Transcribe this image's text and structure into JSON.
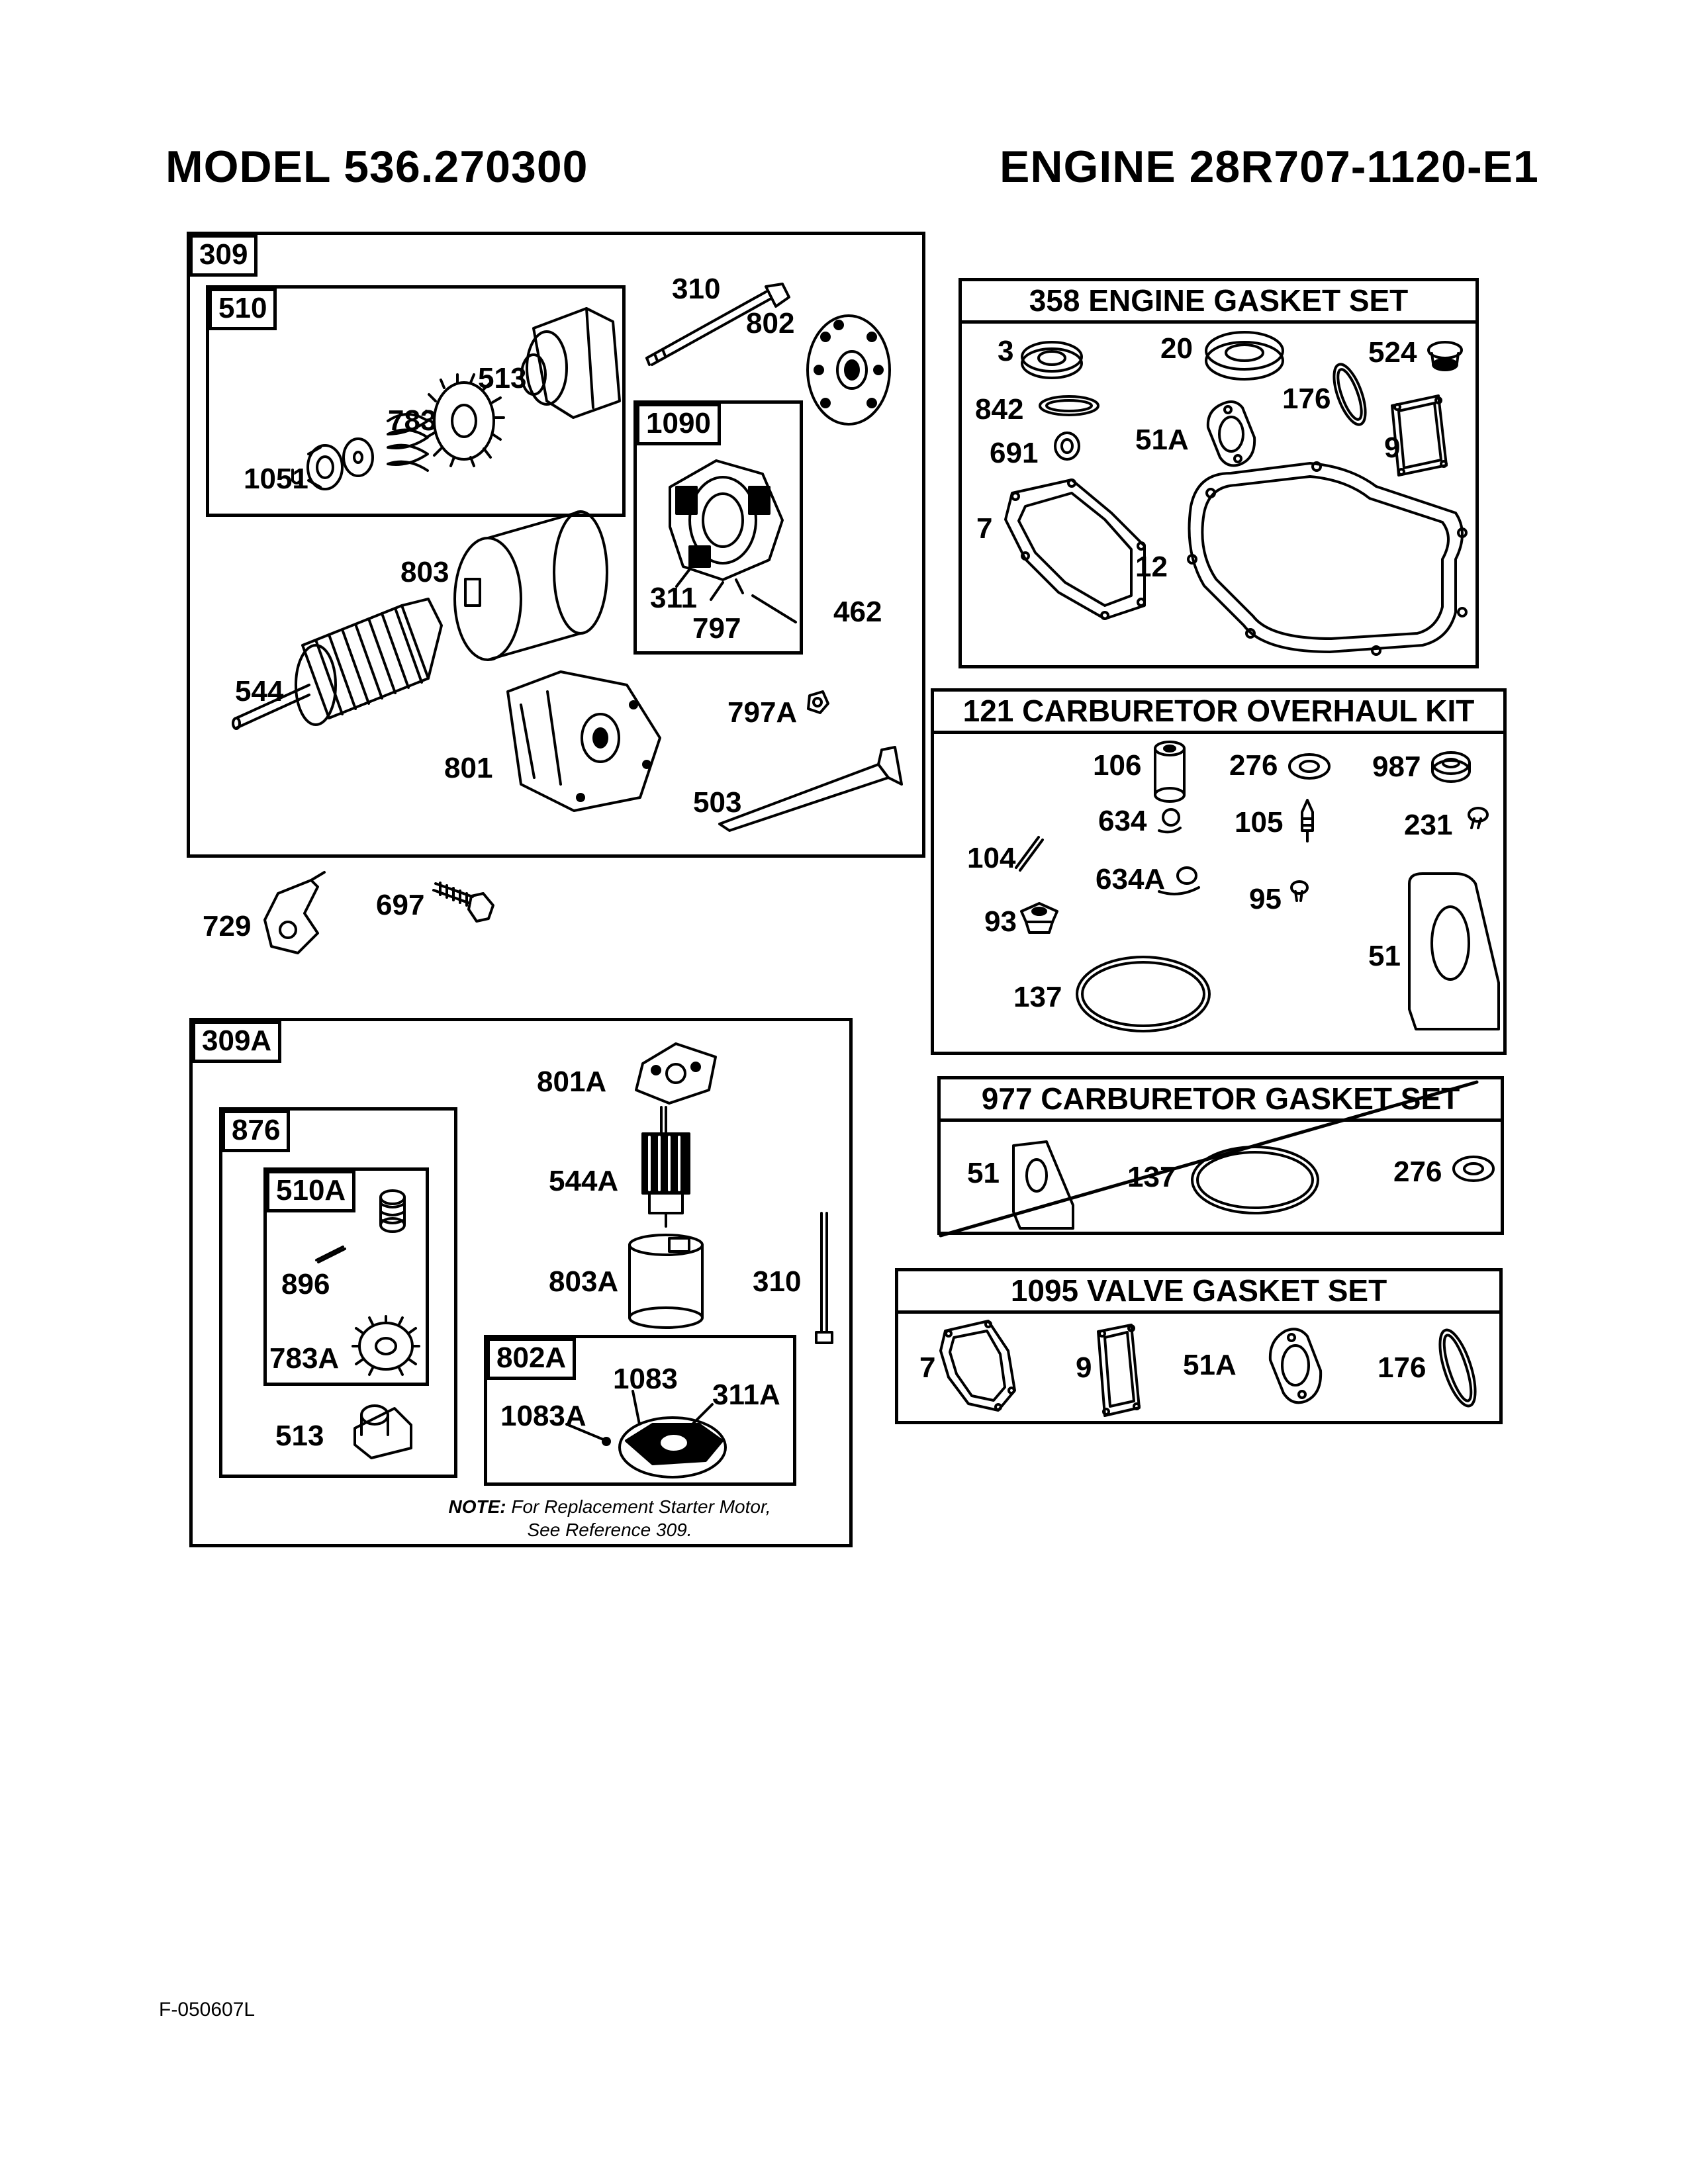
{
  "header": {
    "model": "MODEL 536.270300",
    "engine": "ENGINE 28R707-1120-E1"
  },
  "starter_309": {
    "tag": "309",
    "sub_510": "510",
    "sub_1090": "1090",
    "labels": [
      "310",
      "513",
      "802",
      "783",
      "1051",
      "803",
      "311",
      "462",
      "797",
      "544",
      "797A",
      "801",
      "503"
    ]
  },
  "loose_parts": [
    "729",
    "697"
  ],
  "starter_309A": {
    "tag": "309A",
    "sub_876": "876",
    "sub_510A": "510A",
    "sub_802A": "802A",
    "labels": [
      "801A",
      "544A",
      "803A",
      "310",
      "896",
      "783A",
      "513",
      "1083",
      "1083A",
      "311A"
    ],
    "note_label": "NOTE:",
    "note_text": "For Replacement Starter Motor,",
    "note_text2": "See Reference 309."
  },
  "kit_358": {
    "title": "358 ENGINE GASKET SET",
    "labels": [
      "3",
      "20",
      "524",
      "842",
      "176",
      "51A",
      "9",
      "691",
      "7",
      "12"
    ]
  },
  "kit_121": {
    "title": "121 CARBURETOR OVERHAUL KIT",
    "labels": [
      "106",
      "276",
      "987",
      "634",
      "105",
      "231",
      "104",
      "634A",
      "95",
      "93",
      "51",
      "137"
    ]
  },
  "kit_977": {
    "title": "977 CARBURETOR GASKET SET",
    "labels": [
      "51",
      "137",
      "276"
    ]
  },
  "kit_1095": {
    "title": "1095 VALVE GASKET SET",
    "labels": [
      "7",
      "9",
      "51A",
      "176"
    ]
  },
  "footer": {
    "code": "F-050607L"
  }
}
